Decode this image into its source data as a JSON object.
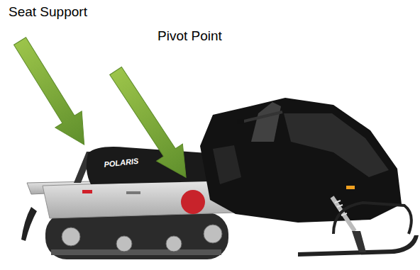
{
  "diagram": {
    "labels": [
      "Seat Support",
      "Pivot Point",
      "POLARIS"
    ]
  }
}
